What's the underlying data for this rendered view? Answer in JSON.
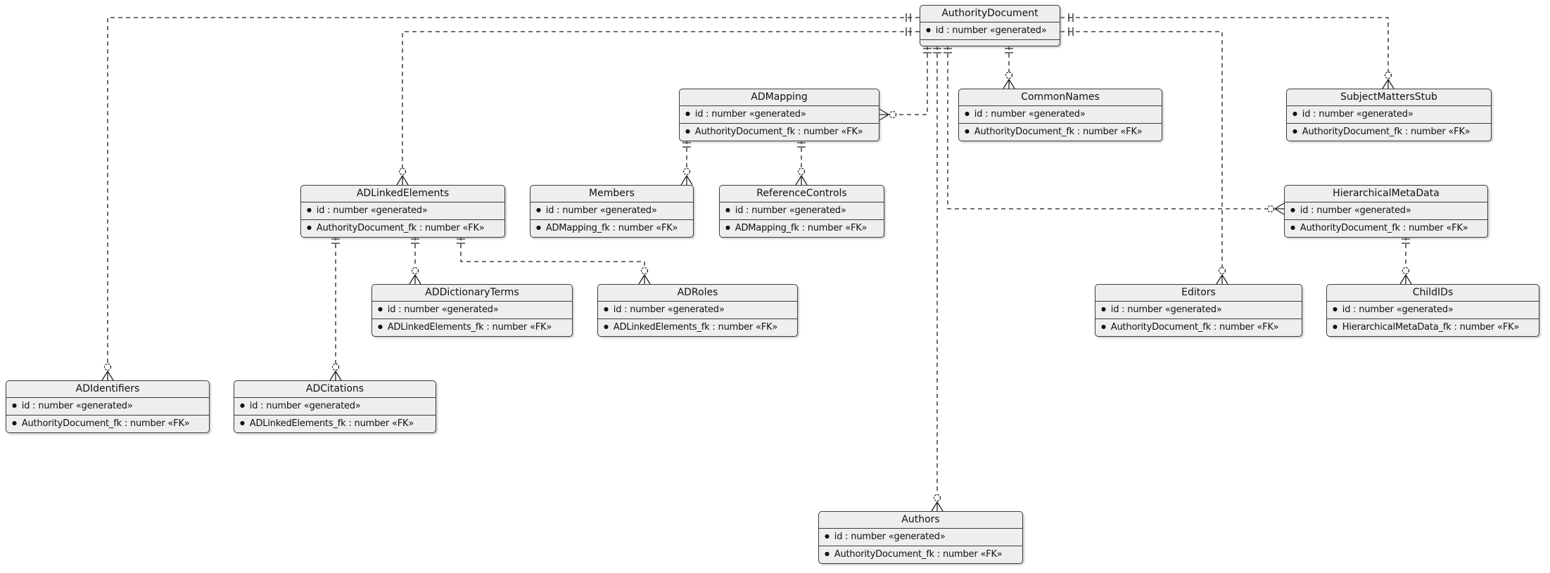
{
  "diagram": {
    "type": "entity-relationship",
    "notation": "crow-foot",
    "accent_colors": {
      "entity_fill": "#eeeeee",
      "entity_border": "#3b3b3b",
      "line": "#1f1f1f"
    },
    "entities": [
      {
        "name": "AuthorityDocument",
        "attributes": [
          "id : number «generated»"
        ]
      },
      {
        "name": "ADMapping",
        "attributes": [
          "id : number «generated»",
          "AuthorityDocument_fk : number «FK»"
        ]
      },
      {
        "name": "CommonNames",
        "attributes": [
          "id : number «generated»",
          "AuthorityDocument_fk : number «FK»"
        ]
      },
      {
        "name": "SubjectMattersStub",
        "attributes": [
          "id : number «generated»",
          "AuthorityDocument_fk : number «FK»"
        ]
      },
      {
        "name": "ADLinkedElements",
        "attributes": [
          "id : number «generated»",
          "AuthorityDocument_fk : number «FK»"
        ]
      },
      {
        "name": "Members",
        "attributes": [
          "id : number «generated»",
          "ADMapping_fk : number «FK»"
        ]
      },
      {
        "name": "ReferenceControls",
        "attributes": [
          "id : number «generated»",
          "ADMapping_fk : number «FK»"
        ]
      },
      {
        "name": "HierarchicalMetaData",
        "attributes": [
          "id : number «generated»",
          "AuthorityDocument_fk : number «FK»"
        ]
      },
      {
        "name": "ADDictionaryTerms",
        "attributes": [
          "id : number «generated»",
          "ADLinkedElements_fk : number «FK»"
        ]
      },
      {
        "name": "ADRoles",
        "attributes": [
          "id : number «generated»",
          "ADLinkedElements_fk : number «FK»"
        ]
      },
      {
        "name": "Editors",
        "attributes": [
          "id : number «generated»",
          "AuthorityDocument_fk : number «FK»"
        ]
      },
      {
        "name": "ChildIDs",
        "attributes": [
          "id : number «generated»",
          "HierarchicalMetaData_fk : number «FK»"
        ]
      },
      {
        "name": "ADIdentifiers",
        "attributes": [
          "id : number «generated»",
          "AuthorityDocument_fk : number «FK»"
        ]
      },
      {
        "name": "ADCitations",
        "attributes": [
          "id : number «generated»",
          "ADLinkedElements_fk : number «FK»"
        ]
      },
      {
        "name": "Authors",
        "attributes": [
          "id : number «generated»",
          "AuthorityDocument_fk : number «FK»"
        ]
      }
    ],
    "relationships": [
      {
        "from": "AuthorityDocument",
        "to": "ADIdentifiers",
        "from_end": "exactly-one",
        "to_end": "zero-or-many"
      },
      {
        "from": "AuthorityDocument",
        "to": "ADLinkedElements",
        "from_end": "exactly-one",
        "to_end": "zero-or-many"
      },
      {
        "from": "AuthorityDocument",
        "to": "SubjectMattersStub",
        "from_end": "exactly-one",
        "to_end": "zero-or-many"
      },
      {
        "from": "AuthorityDocument",
        "to": "Editors",
        "from_end": "exactly-one",
        "to_end": "zero-or-many"
      },
      {
        "from": "AuthorityDocument",
        "to": "ADMapping",
        "from_end": "exactly-one",
        "to_end": "zero-or-many"
      },
      {
        "from": "AuthorityDocument",
        "to": "Authors",
        "from_end": "exactly-one",
        "to_end": "zero-or-many"
      },
      {
        "from": "AuthorityDocument",
        "to": "HierarchicalMetaData",
        "from_end": "exactly-one",
        "to_end": "zero-or-many"
      },
      {
        "from": "AuthorityDocument",
        "to": "CommonNames",
        "from_end": "exactly-one",
        "to_end": "zero-or-many"
      },
      {
        "from": "ADMapping",
        "to": "Members",
        "from_end": "exactly-one",
        "to_end": "zero-or-many"
      },
      {
        "from": "ADMapping",
        "to": "ReferenceControls",
        "from_end": "exactly-one",
        "to_end": "zero-or-many"
      },
      {
        "from": "ADLinkedElements",
        "to": "ADCitations",
        "from_end": "exactly-one",
        "to_end": "zero-or-many"
      },
      {
        "from": "ADLinkedElements",
        "to": "ADDictionaryTerms",
        "from_end": "exactly-one",
        "to_end": "zero-or-many"
      },
      {
        "from": "ADLinkedElements",
        "to": "ADRoles",
        "from_end": "exactly-one",
        "to_end": "zero-or-many"
      },
      {
        "from": "HierarchicalMetaData",
        "to": "ChildIDs",
        "from_end": "exactly-one",
        "to_end": "zero-or-many"
      }
    ]
  }
}
